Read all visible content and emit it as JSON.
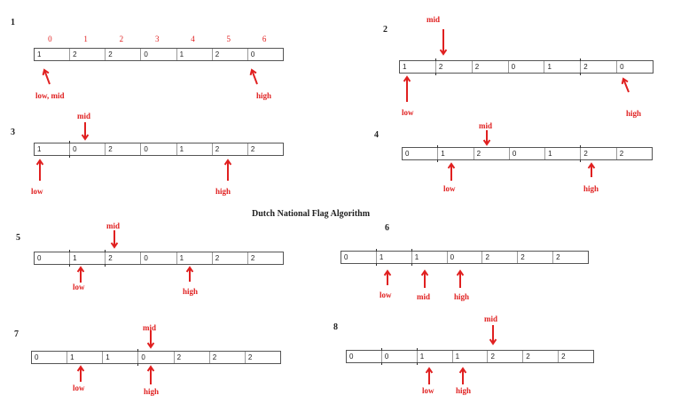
{
  "title": "Dutch National Flag Algorithm",
  "indices": [
    "0",
    "1",
    "2",
    "3",
    "4",
    "5",
    "6"
  ],
  "accent_color": "#e02020",
  "steps": [
    {
      "number": "1",
      "cells": [
        "1",
        "2",
        "2",
        "0",
        "1",
        "2",
        "0"
      ],
      "labels": [
        "low, mid",
        "high"
      ]
    },
    {
      "number": "2",
      "cells": [
        "1",
        "2",
        "2",
        "0",
        "1",
        "2",
        "0"
      ],
      "labels": [
        "mid",
        "low",
        "high"
      ]
    },
    {
      "number": "3",
      "cells": [
        "1",
        "0",
        "2",
        "0",
        "1",
        "2",
        "2"
      ],
      "labels": [
        "mid",
        "low",
        "high"
      ]
    },
    {
      "number": "4",
      "cells": [
        "0",
        "1",
        "2",
        "0",
        "1",
        "2",
        "2"
      ],
      "labels": [
        "mid",
        "low",
        "high"
      ]
    },
    {
      "number": "5",
      "cells": [
        "0",
        "1",
        "2",
        "0",
        "1",
        "2",
        "2"
      ],
      "labels": [
        "mid",
        "low",
        "high"
      ]
    },
    {
      "number": "6",
      "cells": [
        "0",
        "1",
        "1",
        "0",
        "2",
        "2",
        "2"
      ],
      "labels": [
        "low",
        "mid",
        "high"
      ]
    },
    {
      "number": "7",
      "cells": [
        "0",
        "1",
        "1",
        "0",
        "2",
        "2",
        "2"
      ],
      "labels": [
        "mid",
        "low",
        "high"
      ]
    },
    {
      "number": "8",
      "cells": [
        "0",
        "0",
        "1",
        "1",
        "2",
        "2",
        "2"
      ],
      "labels": [
        "mid",
        "low",
        "high"
      ]
    }
  ]
}
